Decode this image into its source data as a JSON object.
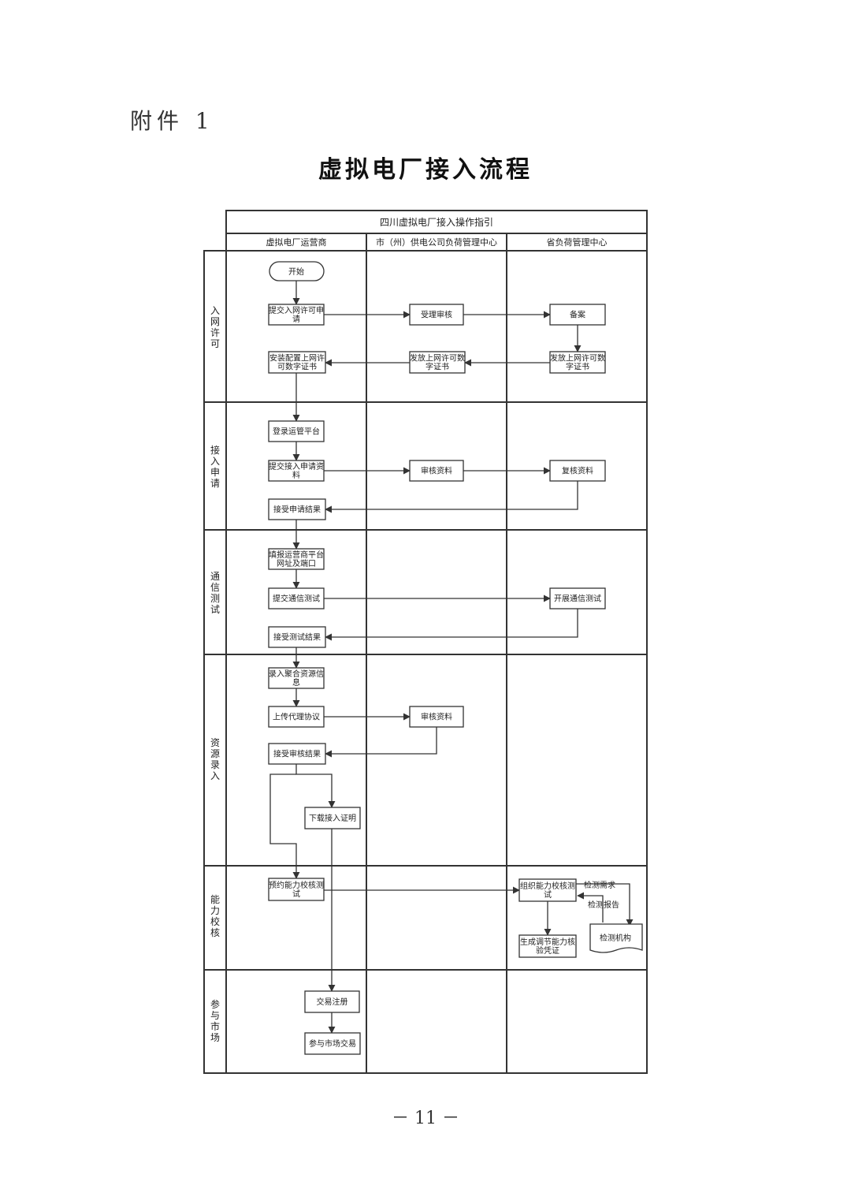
{
  "attachment_label": "附件 1",
  "doc_title": "虚拟电厂接入流程",
  "page_number": "－ 11 －",
  "diagram": {
    "title": "四川虚拟电厂接入操作指引",
    "lanes": [
      "虚拟电厂运营商",
      "市（州）供电公司负荷管理中心",
      "省负荷管理中心"
    ],
    "phases": [
      "入网许可",
      "接入申请",
      "通信测试",
      "资源录入",
      "能力校核",
      "参与市场"
    ],
    "nodes": {
      "start": "开始",
      "submit_permit": "提交入网许可申请",
      "accept_review": "受理审核",
      "record": "备案",
      "install_cert": "安装配置上网许可数字证书",
      "issue_cert_city": "发放上网许可数字证书",
      "issue_cert_prov": "发放上网许可数字证书",
      "login": "登录运管平台",
      "submit_access": "提交接入申请资料",
      "review_docs": "审核资料",
      "recheck_docs": "复核资料",
      "accept_apply_result": "接受申请结果",
      "fill_platform": "填报运营商平台网址及端口",
      "submit_comm": "提交通信测试",
      "run_comm": "开展通信测试",
      "accept_test_result": "接受测试结果",
      "enter_resource": "录入聚合资源信息",
      "upload_agreement": "上传代理协议",
      "review_docs2": "审核资料",
      "accept_review_result": "接受审核结果",
      "download_proof": "下载接入证明",
      "book_test": "预约能力校核测试",
      "org_test": "组织能力校核测试",
      "gen_voucher": "生成调节能力核验凭证",
      "test_agency": "检测机构",
      "trade_register": "交易注册",
      "join_market": "参与市场交易"
    },
    "edge_labels": {
      "test_demand": "检测需求",
      "test_report": "检测报告"
    }
  }
}
